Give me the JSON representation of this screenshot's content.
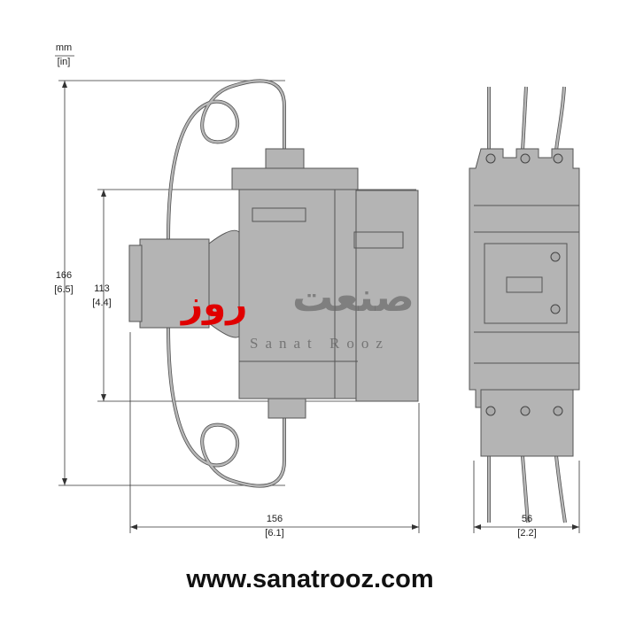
{
  "units": {
    "primary": "mm",
    "secondary": "[in]"
  },
  "dimensions": {
    "overall_height": {
      "mm": "166",
      "in": "[6.5]"
    },
    "body_height": {
      "mm": "113",
      "in": "[4.4]"
    },
    "depth": {
      "mm": "156",
      "in": "[6.1]"
    },
    "width": {
      "mm": "56",
      "in": "[2.2]"
    }
  },
  "watermark": {
    "red": "روز",
    "gray": "صنعت",
    "latin": "Sanat Rooz"
  },
  "website": "www.sanatrooz.com",
  "colors": {
    "body": "#b4b4b4",
    "outline": "#555555",
    "watermark_red": "#e00000"
  }
}
